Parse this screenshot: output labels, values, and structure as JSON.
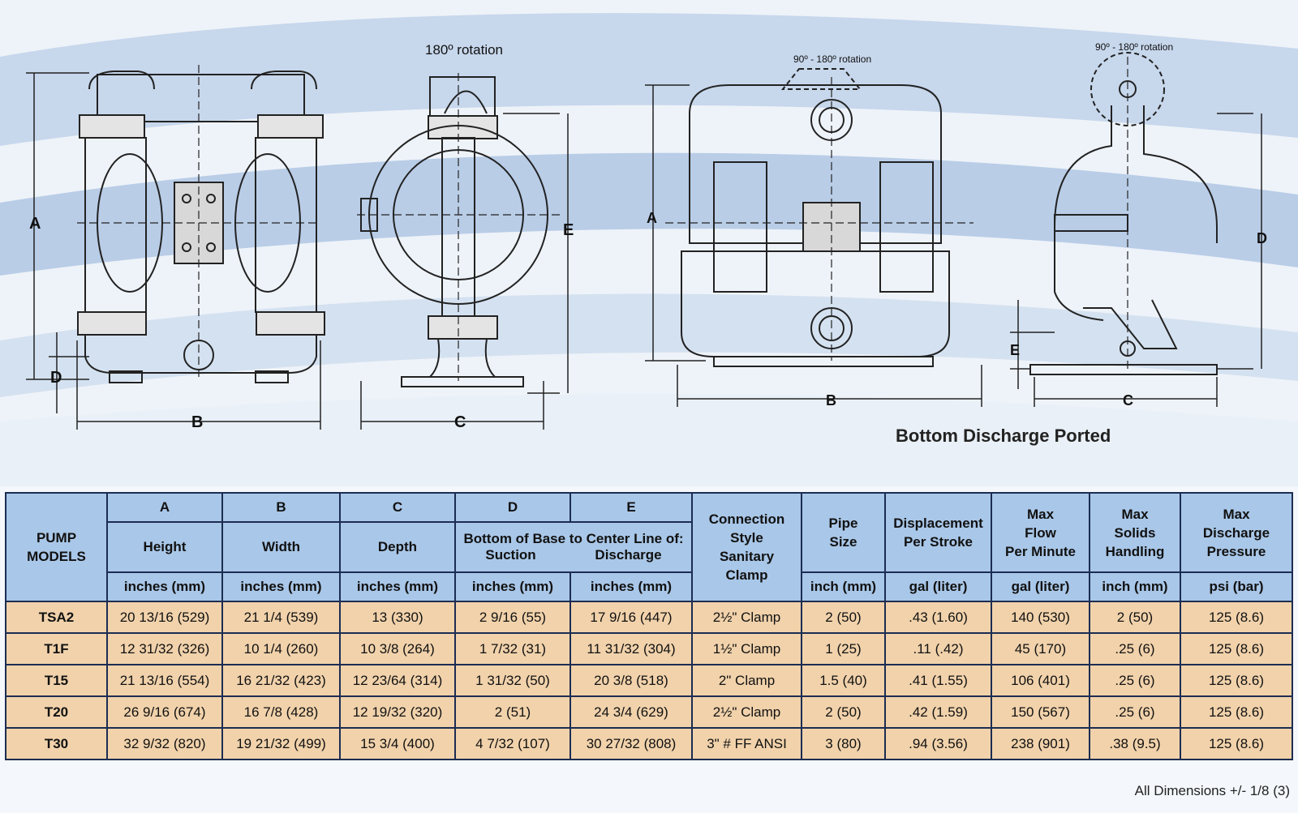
{
  "drawing_labels": {
    "dim_a": "A",
    "dim_b": "B",
    "dim_c": "C",
    "dim_d": "D",
    "dim_e": "E",
    "rotation_180": "180º rotation",
    "rotation_90_180_front": "90º - 180º rotation",
    "rotation_90_180_side": "90º - 180º rotation"
  },
  "caption": "Bottom Discharge Ported",
  "table": {
    "headers": {
      "pump_models": "PUMP\nMODELS",
      "a_letter": "A",
      "b_letter": "B",
      "c_letter": "C",
      "d_letter": "D",
      "e_letter": "E",
      "height": "Height",
      "width": "Width",
      "depth": "Depth",
      "bottom_base": "Bottom of Base to Center Line of:",
      "suction": "Suction",
      "discharge": "Discharge",
      "connection": "Connection\nStyle\nSanitary\nClamp",
      "pipe_size": "Pipe\nSize",
      "displacement": "Displacement\nPer Stroke",
      "max_flow": "Max\nFlow\nPer Minute",
      "max_solids": "Max\nSolids\nHandling",
      "max_pressure": "Max\nDischarge\nPressure",
      "unit_a": "inches (mm)",
      "unit_b": "inches (mm)",
      "unit_c": "inches (mm)",
      "unit_d": "inches (mm)",
      "unit_e": "inches (mm)",
      "unit_pipe": "inch (mm)",
      "unit_disp": "gal (liter)",
      "unit_flow": "gal (liter)",
      "unit_solids": "inch (mm)",
      "unit_pressure": "psi (bar)"
    },
    "rows": [
      {
        "model": "TSA2",
        "a": "20 13/16 (529)",
        "b": "21 1/4 (539)",
        "c": "13 (330)",
        "d": "2 9/16 (55)",
        "e": "17 9/16 (447)",
        "conn": "2½\" Clamp",
        "pipe": "2 (50)",
        "disp": ".43 (1.60)",
        "flow": "140 (530)",
        "solids": "2 (50)",
        "pressure": "125 (8.6)"
      },
      {
        "model": "T1F",
        "a": "12 31/32 (326)",
        "b": "10 1/4 (260)",
        "c": "10 3/8 (264)",
        "d": "1 7/32 (31)",
        "e": "11 31/32 (304)",
        "conn": "1½\" Clamp",
        "pipe": "1 (25)",
        "disp": ".11 (.42)",
        "flow": "45 (170)",
        "solids": ".25 (6)",
        "pressure": "125 (8.6)"
      },
      {
        "model": "T15",
        "a": "21 13/16 (554)",
        "b": "16 21/32 (423)",
        "c": "12 23/64 (314)",
        "d": "1 31/32 (50)",
        "e": "20 3/8 (518)",
        "conn": "2\" Clamp",
        "pipe": "1.5 (40)",
        "disp": ".41 (1.55)",
        "flow": "106 (401)",
        "solids": ".25 (6)",
        "pressure": "125 (8.6)"
      },
      {
        "model": "T20",
        "a": "26 9/16 (674)",
        "b": "16 7/8 (428)",
        "c": "12 19/32 (320)",
        "d": "2 (51)",
        "e": "24 3/4 (629)",
        "conn": "2½\" Clamp",
        "pipe": "2 (50)",
        "disp": ".42 (1.59)",
        "flow": "150 (567)",
        "solids": ".25 (6)",
        "pressure": "125 (8.6)"
      },
      {
        "model": "T30",
        "a": "32 9/32 (820)",
        "b": "19 21/32 (499)",
        "c": "15 3/4 (400)",
        "d": "4 7/32 (107)",
        "e": "30 27/32 (808)",
        "conn": "3\" # FF ANSI",
        "pipe": "3 (80)",
        "disp": ".94 (3.56)",
        "flow": "238 (901)",
        "solids": ".38 (9.5)",
        "pressure": "125 (8.6)"
      }
    ]
  },
  "footnote": "All Dimensions +/- 1/8 (3)"
}
